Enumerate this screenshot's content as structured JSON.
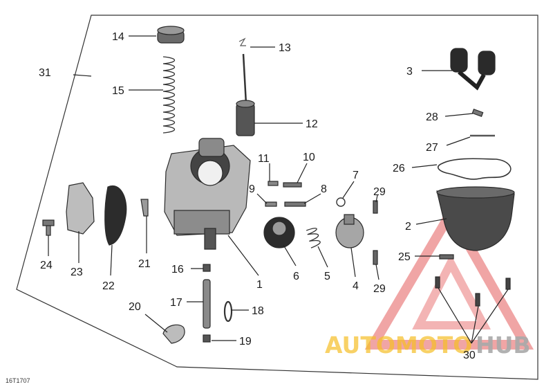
{
  "diagram": {
    "reference_code": "16T1707",
    "labels": [
      {
        "id": "1",
        "text": "1"
      },
      {
        "id": "2",
        "text": "2"
      },
      {
        "id": "3",
        "text": "3"
      },
      {
        "id": "4",
        "text": "4"
      },
      {
        "id": "5",
        "text": "5"
      },
      {
        "id": "6",
        "text": "6"
      },
      {
        "id": "7",
        "text": "7"
      },
      {
        "id": "8",
        "text": "8"
      },
      {
        "id": "9",
        "text": "9"
      },
      {
        "id": "10",
        "text": "10"
      },
      {
        "id": "11",
        "text": "11"
      },
      {
        "id": "12",
        "text": "12"
      },
      {
        "id": "13",
        "text": "13"
      },
      {
        "id": "14",
        "text": "14"
      },
      {
        "id": "15",
        "text": "15"
      },
      {
        "id": "16",
        "text": "16"
      },
      {
        "id": "17",
        "text": "17"
      },
      {
        "id": "18",
        "text": "18"
      },
      {
        "id": "19",
        "text": "19"
      },
      {
        "id": "20",
        "text": "20"
      },
      {
        "id": "21",
        "text": "21"
      },
      {
        "id": "22",
        "text": "22"
      },
      {
        "id": "23",
        "text": "23"
      },
      {
        "id": "24",
        "text": "24"
      },
      {
        "id": "25",
        "text": "25"
      },
      {
        "id": "26",
        "text": "26"
      },
      {
        "id": "27",
        "text": "27"
      },
      {
        "id": "28",
        "text": "28"
      },
      {
        "id": "29a",
        "text": "29"
      },
      {
        "id": "29b",
        "text": "29"
      },
      {
        "id": "30",
        "text": "30"
      },
      {
        "id": "31",
        "text": "31"
      }
    ]
  },
  "watermark": {
    "text_part1": "AUTOMOTO",
    "text_part2": "HUB",
    "color_primary": "#e23b3b",
    "color_secondary": "#f4b400",
    "color_tertiary": "#9a9a9a"
  },
  "colors": {
    "part_fill": "#bdbdbd",
    "part_dark": "#2b2b2b",
    "frame": "#333333"
  }
}
